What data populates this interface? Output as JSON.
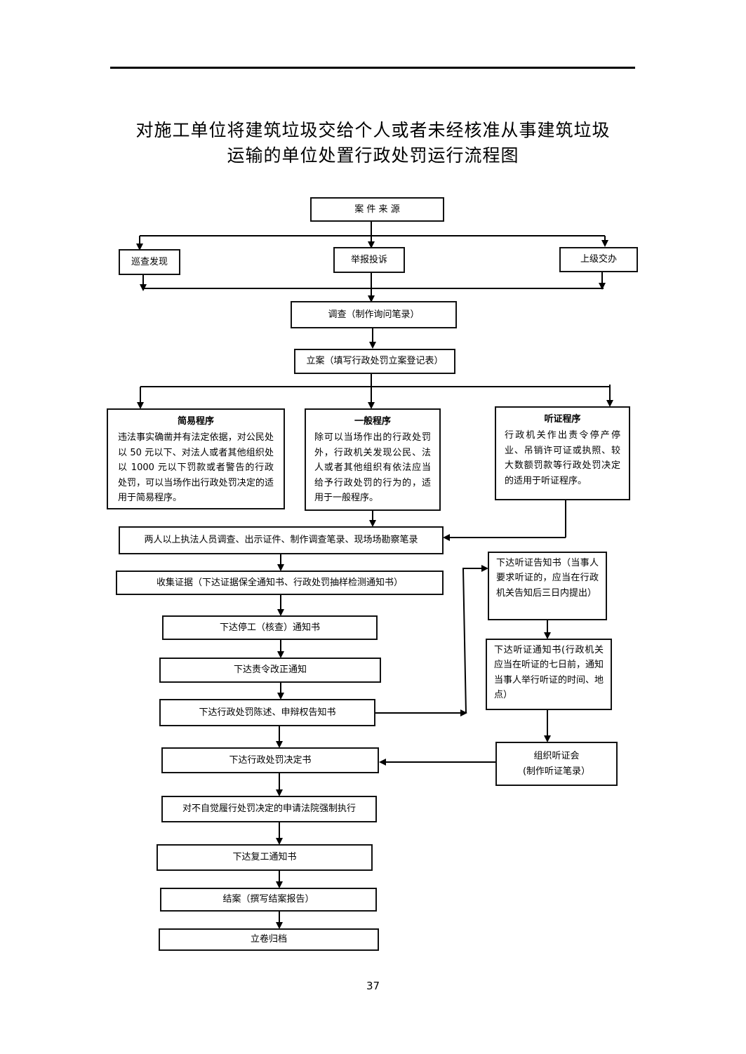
{
  "page": {
    "title_line1": "对施工单位将建筑垃圾交给个人或者未经核准从事建筑垃圾",
    "title_line2": "运输的单位处置行政处罚运行流程图",
    "page_number": "37"
  },
  "flow": {
    "source": "案 件 来 源",
    "patrol": "巡查发现",
    "report": "举报投诉",
    "superior": "上级交办",
    "investigate": "调查（制作询问笔录）",
    "register": "立案（填写行政处罚立案登记表）",
    "simple": {
      "title": "简易程序",
      "text": "违法事实确凿并有法定依据，对公民处以 50 元以下、对法人或者其他组织处以 1000 元以下罚款或者警告的行政处罚，可以当场作出行政处罚决定的适用于简易程序。"
    },
    "general": {
      "title": "一般程序",
      "text": "除可以当场作出的行政处罚外，行政机关发现公民、法人或者其他组织有依法应当给予行政处罚的行为的，适用于一般程序。"
    },
    "hearing": {
      "title": "听证程序",
      "text": "行政机关作出责令停产停业、吊销许可证或执照、较大数额罚款等行政处罚决定的适用于听证程序。"
    },
    "two_officers": "两人以上执法人员调查、出示证件、制作调查笔录、现场场勘察笔录",
    "collect": "收集证据（下达证据保全通知书、行政处罚抽样检测通知书）",
    "stop_work": "下达停工（核查）通知书",
    "rectify": "下达责令改正通知",
    "statement": "下达行政处罚陈述、申辩权告知书",
    "decision": "下达行政处罚决定书",
    "enforce": "对不自觉履行处罚决定的申请法院强制执行",
    "resume": "下达复工通知书",
    "close": "结案（撰写结案报告）",
    "archive": "立卷归档",
    "hearing_notice_a": "下达听证告知书（当事人要求听证的，应当在行政机关告知后三日内提出）",
    "hearing_notice_b": "下达听证通知书(行政机关应当在听证的七日前，通知当事人举行听证的时间、地点）",
    "hearing_meeting_1": "组织听证会",
    "hearing_meeting_2": "(制作听证笔录）"
  }
}
